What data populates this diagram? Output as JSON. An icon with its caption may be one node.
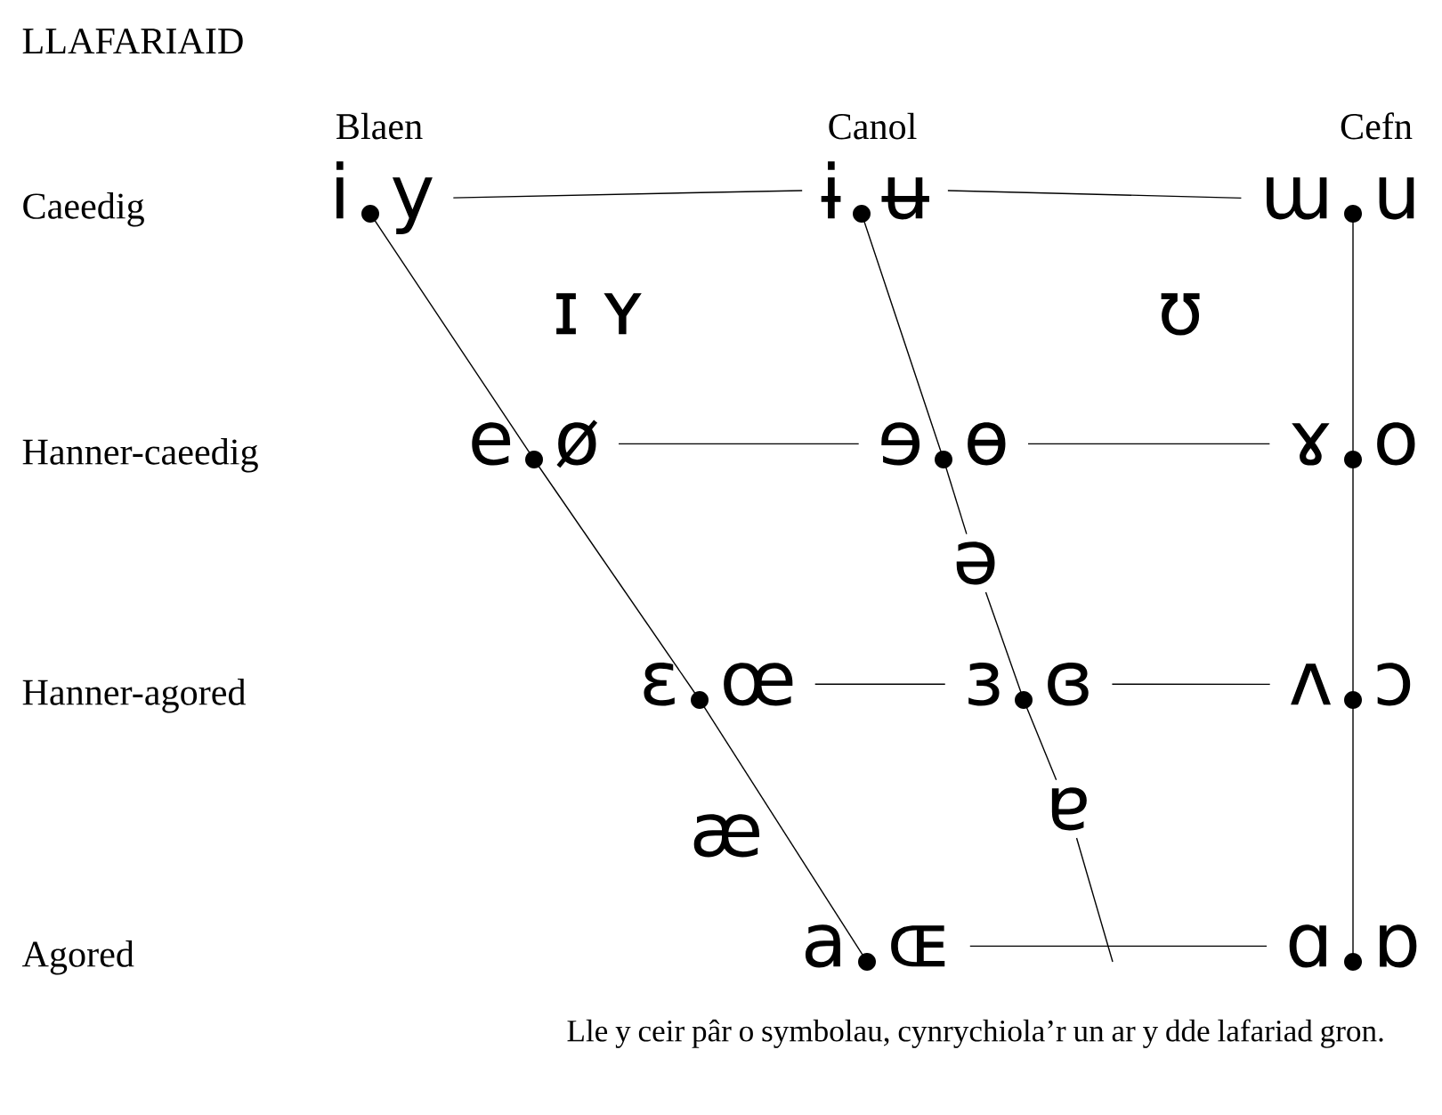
{
  "diagram": {
    "title": "LLAFARIAID",
    "caption": "Lle y ceir pâr o symbolau, cynrychiola’r un ar y dde lafariad gron.",
    "nodes": [
      {
        "text": [
          "i",
          "y"
        ]
      },
      {
        "text": [
          "ɨ",
          "ʉ"
        ]
      },
      {
        "text": [
          "ɯ",
          "u"
        ]
      },
      {
        "text": [
          "e",
          "ø"
        ]
      },
      {
        "text": [
          "ɘ",
          "ɵ"
        ]
      },
      {
        "text": [
          "ɤ",
          "o"
        ]
      },
      {
        "text": [
          "ə"
        ]
      },
      {
        "text": [
          "ɛ",
          "œ"
        ]
      },
      {
        "text": [
          "ɜ",
          "ɞ"
        ]
      },
      {
        "text": [
          "ʌ",
          "ɔ"
        ]
      },
      {
        "text": [
          "ɐ"
        ]
      },
      {
        "text": [
          "a",
          "ɶ"
        ]
      },
      {
        "text": [
          "ɑ",
          "ɒ"
        ]
      }
    ],
    "edges": [
      {
        "from": 0,
        "to": 1,
        "arrow": "none"
      },
      {
        "from": 1,
        "to": 2,
        "arrow": "none"
      },
      {
        "from": 3,
        "to": 4,
        "arrow": "none"
      },
      {
        "from": 4,
        "to": 5,
        "arrow": "none"
      },
      {
        "from": 7,
        "to": 8,
        "arrow": "none"
      },
      {
        "from": 8,
        "to": 9,
        "arrow": "none"
      },
      {
        "from": 11,
        "to": 12,
        "arrow": "none"
      },
      {
        "from": 0,
        "to": 3,
        "arrow": "none"
      },
      {
        "from": 3,
        "to": 7,
        "arrow": "none"
      },
      {
        "from": 7,
        "to": 11,
        "arrow": "none"
      },
      {
        "from": 1,
        "to": 4,
        "arrow": "none"
      },
      {
        "from": 4,
        "to": 6,
        "arrow": "none"
      },
      {
        "from": 6,
        "to": 8,
        "arrow": "none"
      },
      {
        "from": 8,
        "to": 10,
        "arrow": "none"
      },
      {
        "from": 10,
        "to": null,
        "arrow": "none"
      },
      {
        "from": 2,
        "to": 5,
        "arrow": "none"
      },
      {
        "from": 5,
        "to": 9,
        "arrow": "none"
      },
      {
        "from": 9,
        "to": 12,
        "arrow": "none"
      }
    ],
    "labels": [
      "Blaen",
      "Canol",
      "Cefn",
      "Caeedig",
      "ɪ",
      "ʏ",
      "ʊ",
      "Hanner-caeedig",
      "Hanner-agored",
      "æ",
      "Agored"
    ]
  }
}
